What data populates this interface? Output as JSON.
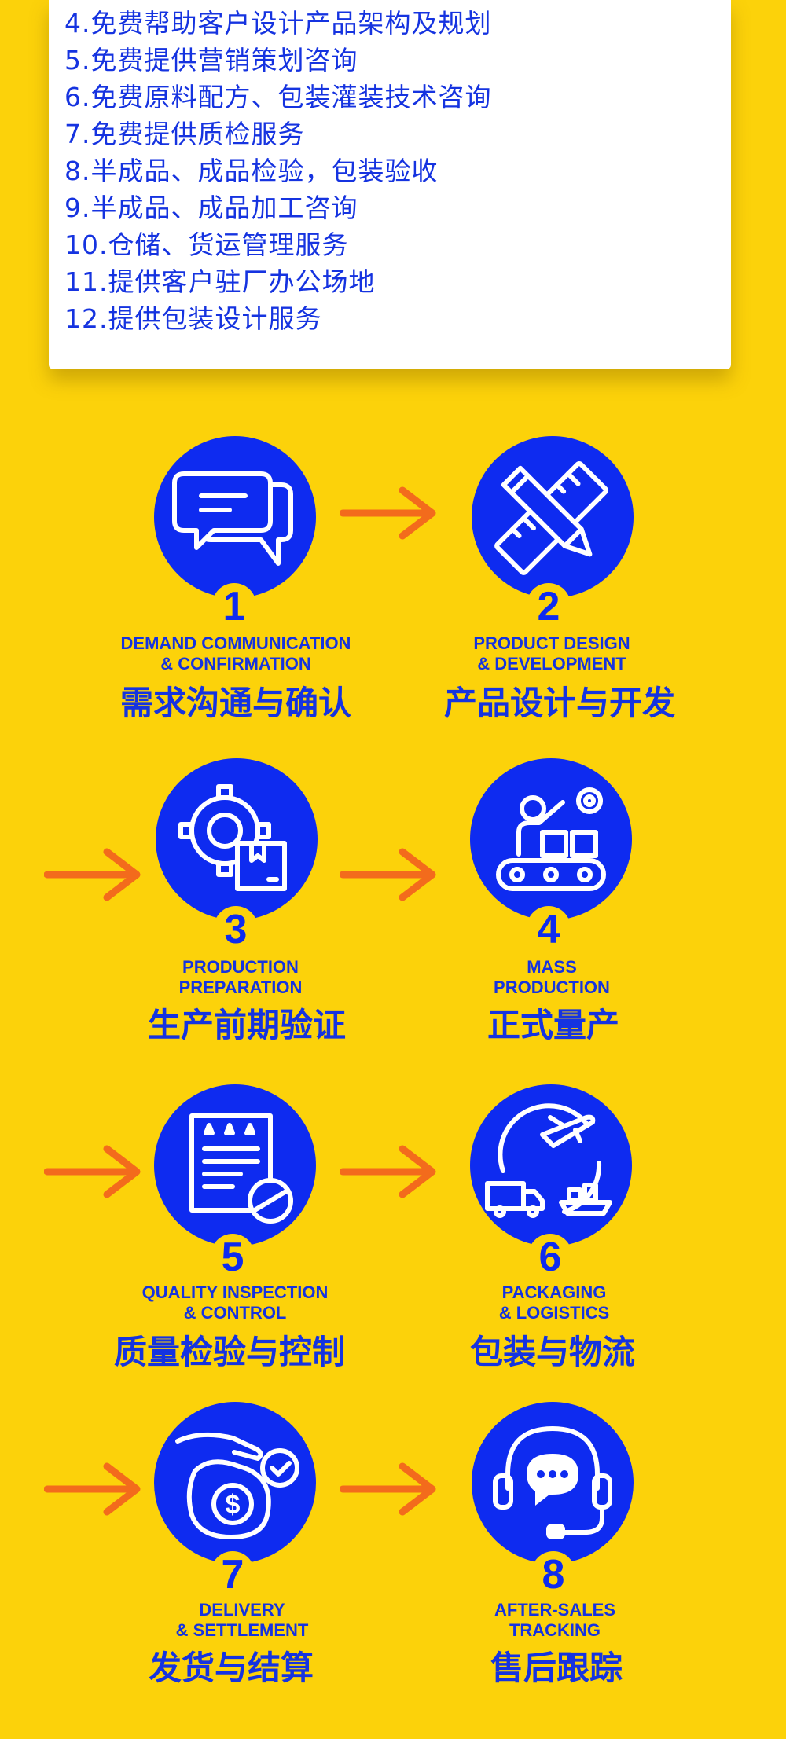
{
  "services": [
    "4.免费帮助客户设计产品架构及规划",
    "5.免费提供营销策划咨询",
    "6.免费原料配方、包装灌装技术咨询",
    "7.免费提供质检服务",
    "8.半成品、成品检验，包装验收",
    "9.半成品、成品加工咨询",
    "10.仓储、货运管理服务",
    "11.提供客户驻厂办公场地",
    "12.提供包装设计服务"
  ],
  "steps": [
    {
      "num": "1",
      "en1": "DEMAND COMMUNICATION",
      "en2": "& CONFIRMATION",
      "zh": "需求沟通与确认",
      "icon": "chat-bubbles-icon"
    },
    {
      "num": "2",
      "en1": "PRODUCT DESIGN",
      "en2": "& DEVELOPMENT",
      "zh": "产品设计与开发",
      "icon": "ruler-pencil-icon"
    },
    {
      "num": "3",
      "en1": "PRODUCTION",
      "en2": "PREPARATION",
      "zh": "生产前期验证",
      "icon": "gear-box-icon"
    },
    {
      "num": "4",
      "en1": "MASS",
      "en2": "PRODUCTION",
      "zh": "正式量产",
      "icon": "conveyor-worker-icon"
    },
    {
      "num": "5",
      "en1": "QUALITY INSPECTION",
      "en2": "& CONTROL",
      "zh": "质量检验与控制",
      "icon": "quality-report-icon"
    },
    {
      "num": "6",
      "en1": "PACKAGING",
      "en2": "& LOGISTICS",
      "zh": "包装与物流",
      "icon": "logistics-icon"
    },
    {
      "num": "7",
      "en1": "DELIVERY",
      "en2": "& SETTLEMENT",
      "zh": "发货与结算",
      "icon": "payment-icon"
    },
    {
      "num": "8",
      "en1": "AFTER-SALES",
      "en2": "TRACKING",
      "zh": "售后跟踪",
      "icon": "headset-support-icon"
    }
  ],
  "colors": {
    "background": "#FCD20A",
    "primary": "#0E2BF0",
    "text": "#1533E0",
    "arrow": "#F36B1C"
  }
}
